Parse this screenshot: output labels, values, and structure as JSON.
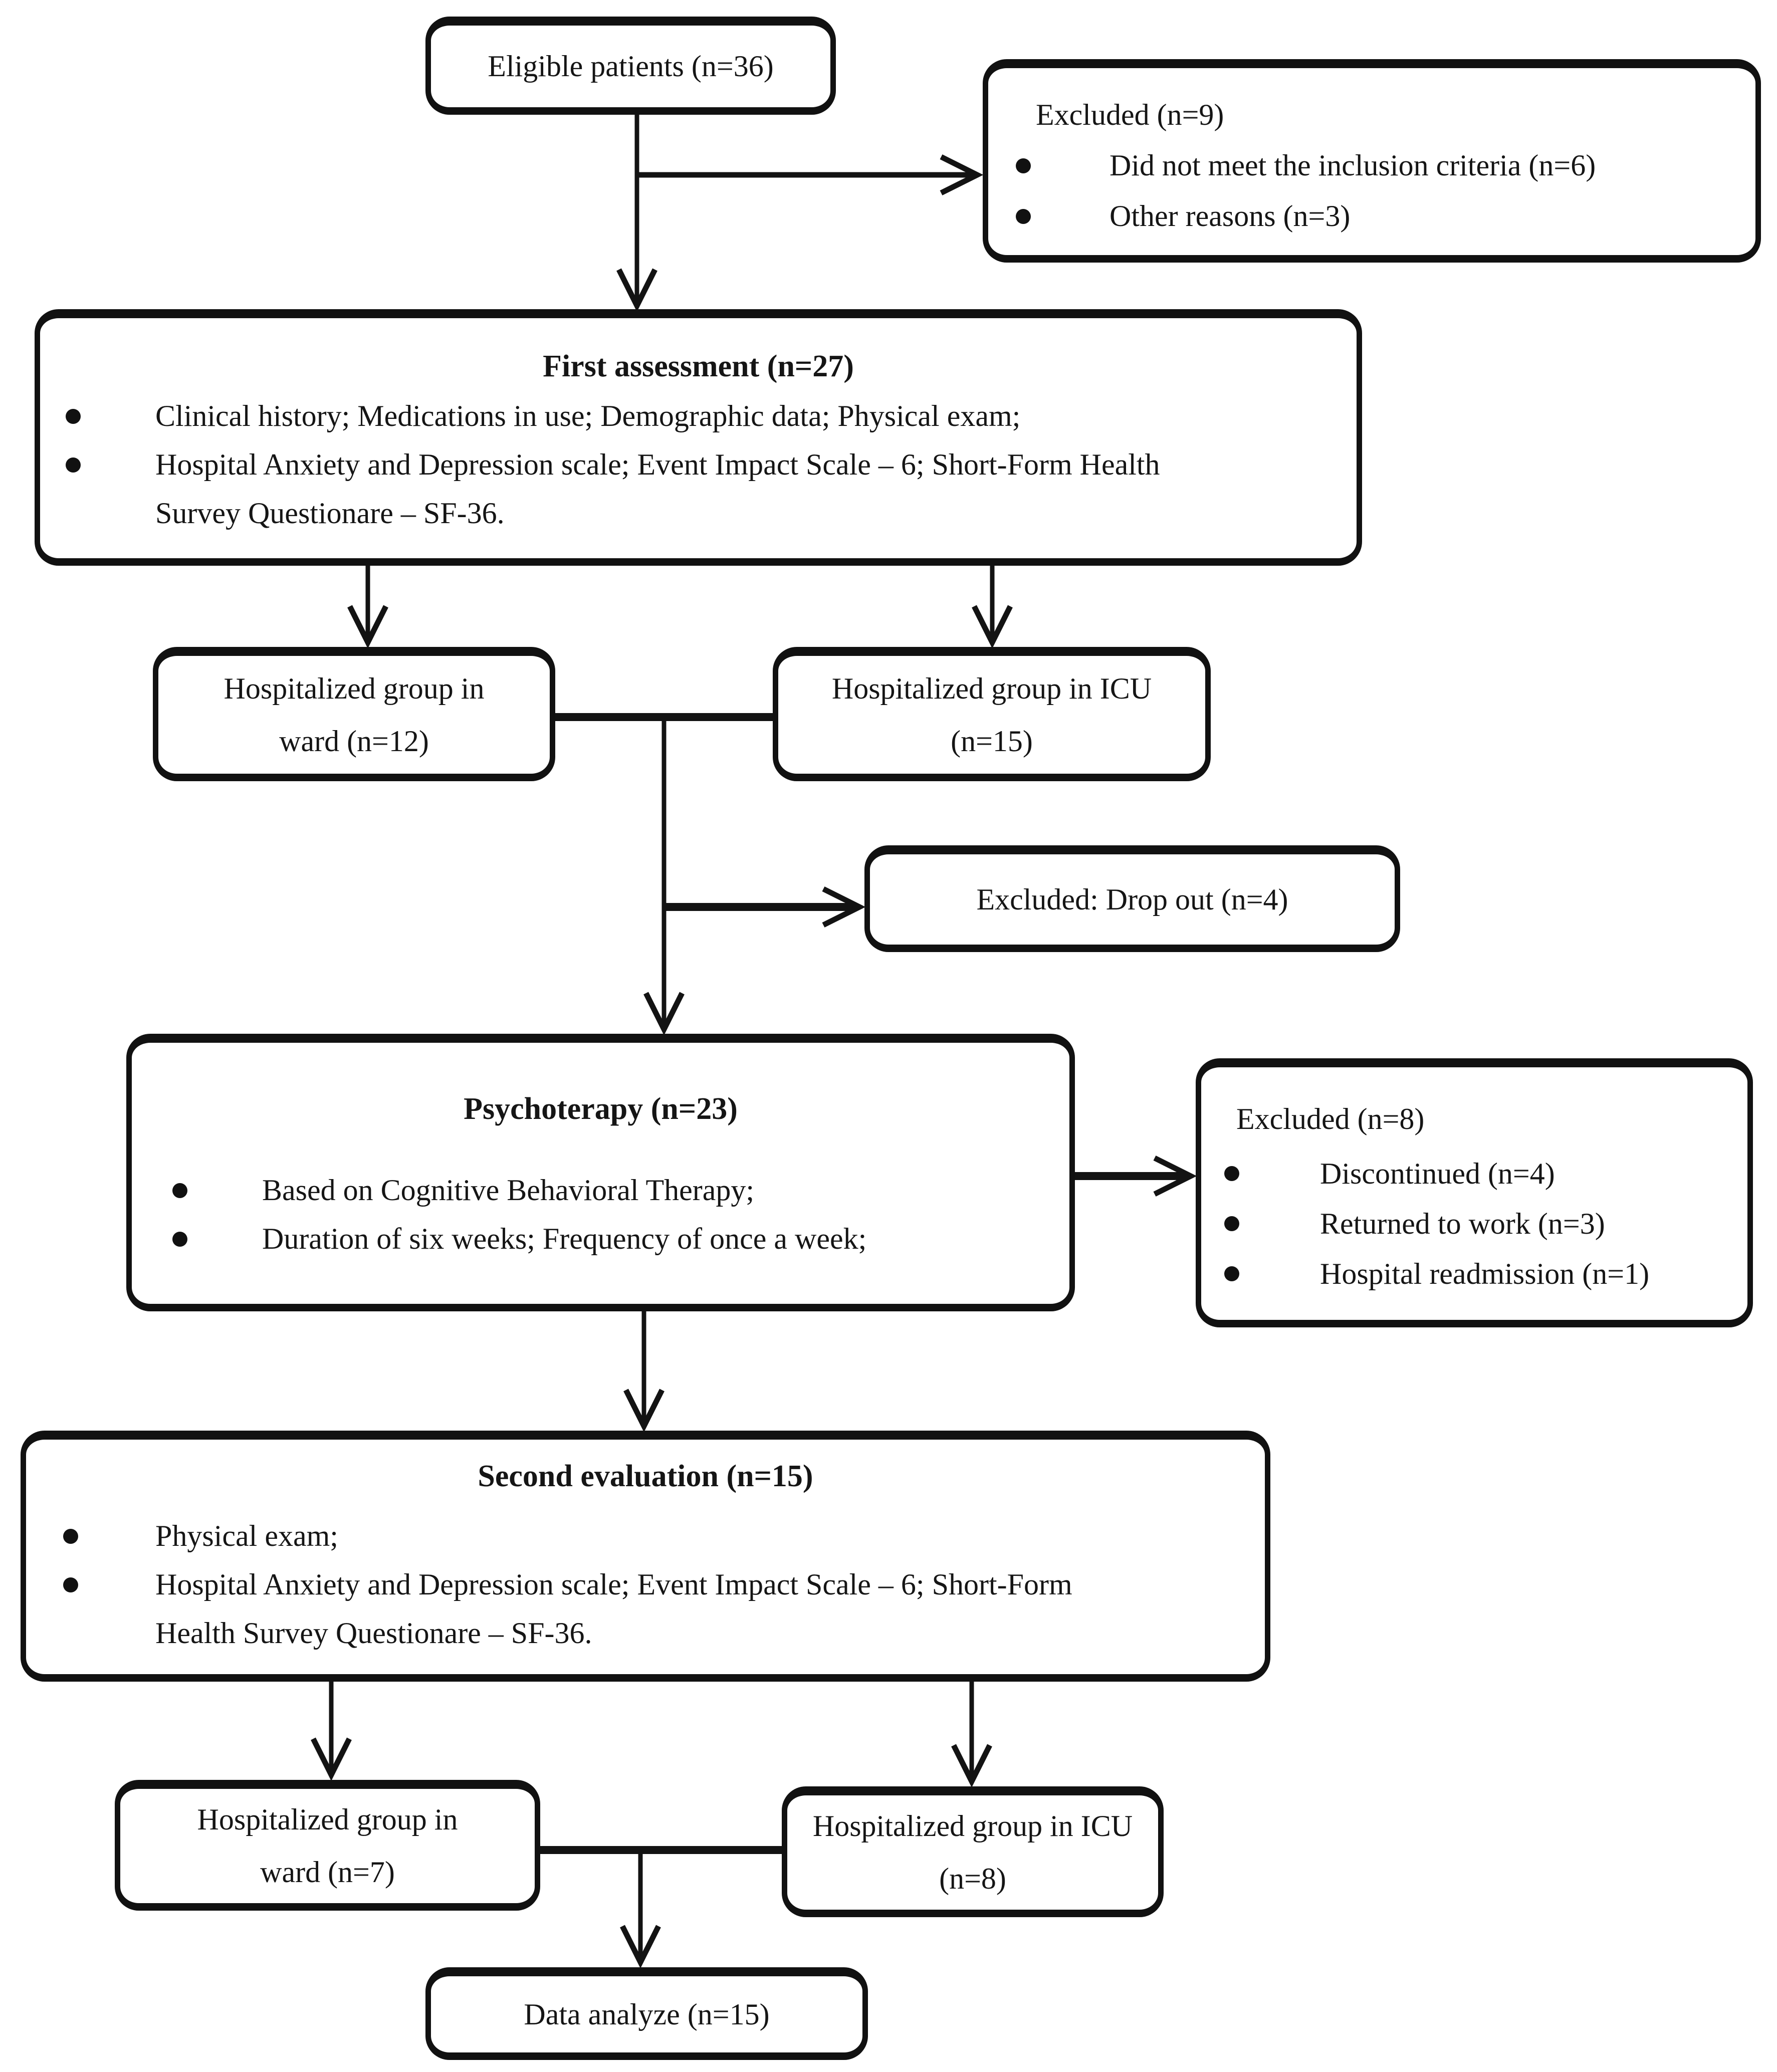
{
  "colors": {
    "ink": "#131313",
    "background": "#ffffff"
  },
  "boxes": {
    "eligible": {
      "text": "Eligible patients (n=36)"
    },
    "excluded_initial": {
      "title": "Excluded (n=9)",
      "bullets": [
        "Did not meet the inclusion criteria (n=6)",
        "Other reasons (n=3)"
      ]
    },
    "first_assessment": {
      "title": "First assessment (n=27)",
      "bullets": [
        "Clinical history; Medications in use; Demographic data; Physical exam;",
        "Hospital Anxiety and Depression scale; Event Impact Scale – 6; Short-Form Health Survey Questionare – SF-36."
      ]
    },
    "ward_baseline": {
      "text": "Hospitalized group in ward (n=12)"
    },
    "icu_baseline": {
      "text": "Hospitalized group in ICU (n=15)"
    },
    "excluded_dropout": {
      "text": "Excluded: Drop out (n=4)"
    },
    "psychotherapy": {
      "title": "Psychoterapy (n=23)",
      "bullets": [
        "Based on Cognitive Behavioral Therapy;",
        "Duration of six weeks; Frequency of once a week;"
      ]
    },
    "excluded_psychotherapy": {
      "title": "Excluded (n=8)",
      "bullets": [
        "Discontinued (n=4)",
        "Returned to work (n=3)",
        "Hospital readmission (n=1)"
      ]
    },
    "second_evaluation": {
      "title": "Second evaluation (n=15)",
      "bullets": [
        "Physical exam;",
        "Hospital Anxiety and Depression scale; Event Impact Scale – 6; Short-Form Health Survey Questionare – SF-36."
      ]
    },
    "ward_second": {
      "text": "Hospitalized group in ward (n=7)"
    },
    "icu_second": {
      "text": "Hospitalized group in ICU (n=8)"
    },
    "data_analyze": {
      "text": "Data analyze (n=15)"
    }
  }
}
